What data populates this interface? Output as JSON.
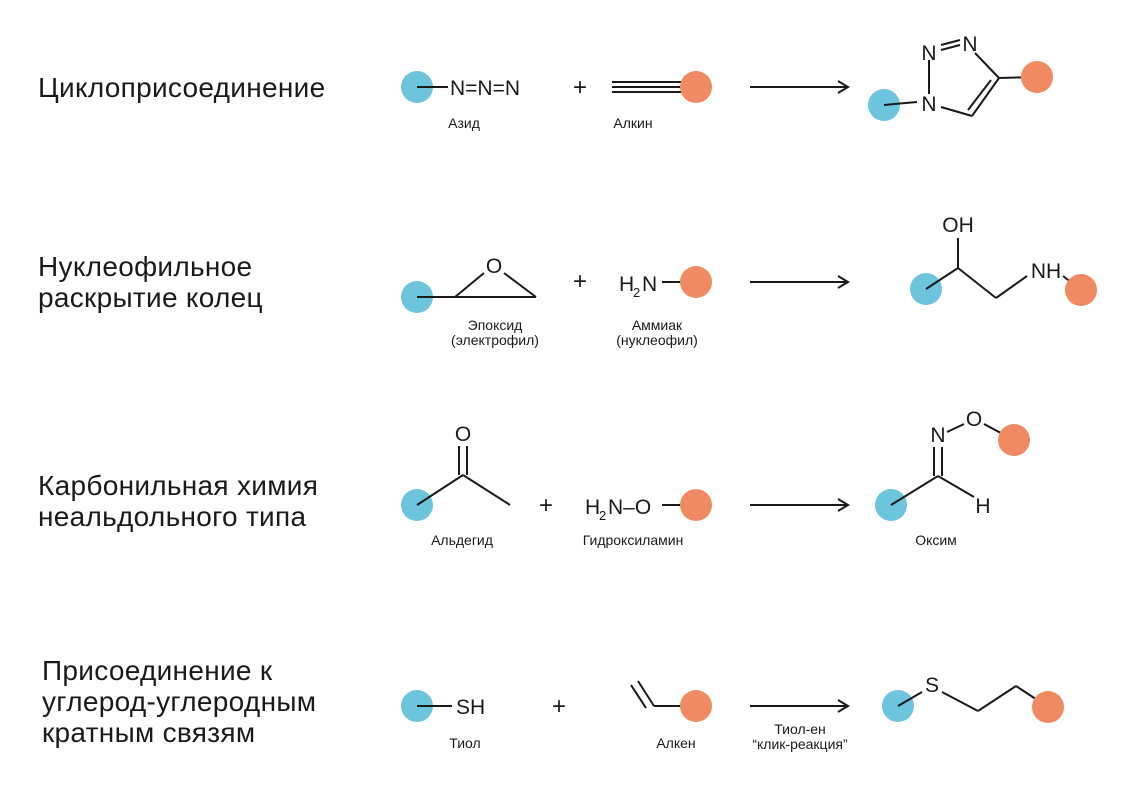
{
  "colors": {
    "blue": "#6cc5dc",
    "orange": "#ef8a62",
    "ink": "#1a1a1a"
  },
  "rows": [
    {
      "title_lines": [
        "Циклоприсоединение"
      ],
      "reactant1": {
        "label": "Азид",
        "formula": "N=N=N"
      },
      "reactant2": {
        "label": "Алкин"
      },
      "product": {
        "atoms": [
          "N",
          "N",
          "N"
        ]
      }
    },
    {
      "title_lines": [
        "Нуклеофильное",
        "раскрытие колец"
      ],
      "reactant1": {
        "label_lines": [
          "Эпоксид",
          "(электрофил)"
        ],
        "atom": "O"
      },
      "reactant2": {
        "label_lines": [
          "Аммиак",
          "(нуклеофил)"
        ],
        "formula_main": "H",
        "formula_sub": "2",
        "formula_rest": "N"
      },
      "product": {
        "oh": "OH",
        "nh": "NH"
      }
    },
    {
      "title_lines": [
        "Карбонильная химия",
        "неальдольного типа"
      ],
      "reactant1": {
        "label": "Альдегид",
        "atom": "O"
      },
      "reactant2": {
        "label": "Гидроксиламин",
        "formula_main": "H",
        "formula_sub": "2",
        "formula_rest": "N–O"
      },
      "product": {
        "label": "Оксим",
        "n": "N",
        "o": "O",
        "h": "H"
      }
    },
    {
      "title_lines": [
        "Присоединение к",
        "углерод-углеродным",
        "кратным связям"
      ],
      "reactant1": {
        "label": "Тиол",
        "formula": "SH"
      },
      "reactant2": {
        "label": "Алкен"
      },
      "arrow_label_lines": [
        "Тиол-ен",
        "“клик-реакция”"
      ],
      "product": {
        "s": "S"
      }
    }
  ],
  "plus_sign": "+"
}
